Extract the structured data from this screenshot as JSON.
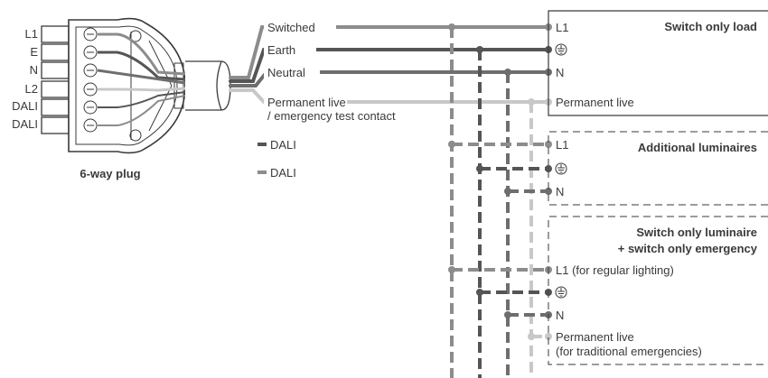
{
  "plug": {
    "pins": [
      "L1",
      "E",
      "N",
      "L2",
      "DALI",
      "DALI"
    ],
    "caption": "6-way plug"
  },
  "wires": {
    "switched": "Switched",
    "earth": "Earth",
    "neutral": "Neutral",
    "permanent_live_1": "Permanent live",
    "permanent_live_2": "/ emergency test contact",
    "dali_dark": "DALI",
    "dali_light": "DALI"
  },
  "boxes": {
    "switch_only_load": {
      "title": "Switch only load",
      "l1": "L1",
      "n": "N",
      "permanent_live": "Permanent live"
    },
    "additional_luminaires": {
      "title": "Additional luminaires",
      "l1": "L1",
      "n": "N"
    },
    "switch_only_luminaire": {
      "title_1": "Switch only luminaire",
      "title_2": "+ switch only emergency",
      "l1": "L1 (for regular lighting)",
      "n": "N",
      "permanent_live_1": "Permanent live",
      "permanent_live_2": "(for traditional emergencies)"
    }
  },
  "colors": {
    "switched": "#8c8c8c",
    "earth": "#555555",
    "neutral": "#6e6e6e",
    "permanent": "#c8c8c8",
    "text": "#3a3a3a"
  }
}
